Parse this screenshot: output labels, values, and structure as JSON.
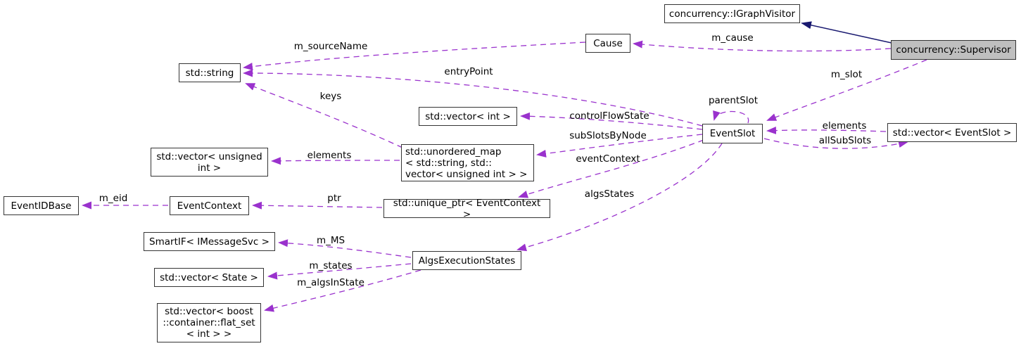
{
  "colors": {
    "edge": "#9a32cd",
    "inheritance": "#191970",
    "node_border": "#353535",
    "node_bg": "#ffffff",
    "highlight_bg": "#bfbfbf",
    "text": "#000000",
    "bg": "#ffffff"
  },
  "nodes": [
    {
      "id": "igraphvisitor",
      "label": "concurrency::IGraphVisitor"
    },
    {
      "id": "supervisor",
      "label": "concurrency::Supervisor",
      "highlighted": true
    },
    {
      "id": "cause",
      "label": "Cause"
    },
    {
      "id": "string",
      "label": "std::string"
    },
    {
      "id": "vector-int",
      "label": "std::vector< int >"
    },
    {
      "id": "eventslot",
      "label": "EventSlot"
    },
    {
      "id": "vector-eventslot",
      "label": "std::vector< EventSlot >"
    },
    {
      "id": "vector-unsigned",
      "label": "std::vector< unsigned\nint >"
    },
    {
      "id": "unordered-map",
      "label": "std::unordered_map\n< std::string, std::\nvector< unsigned int > >"
    },
    {
      "id": "eventidbase",
      "label": "EventIDBase"
    },
    {
      "id": "eventcontext",
      "label": "EventContext"
    },
    {
      "id": "unique-ptr",
      "label": "std::unique_ptr< EventContext >"
    },
    {
      "id": "smartif",
      "label": "SmartIF< IMessageSvc >"
    },
    {
      "id": "algsexecstates",
      "label": "AlgsExecutionStates"
    },
    {
      "id": "vector-state",
      "label": "std::vector< State >"
    },
    {
      "id": "vector-boost",
      "label": "std::vector< boost\n::container::flat_set\n< int > >"
    }
  ],
  "edge_labels": [
    {
      "text": "m_sourceName"
    },
    {
      "text": "m_cause"
    },
    {
      "text": "entryPoint"
    },
    {
      "text": "m_slot"
    },
    {
      "text": "keys"
    },
    {
      "text": "parentSlot"
    },
    {
      "text": "controlFlowState"
    },
    {
      "text": "subSlotsByNode"
    },
    {
      "text": "elements"
    },
    {
      "text": "allSubSlots"
    },
    {
      "text": "eventContext"
    },
    {
      "text": "elements"
    },
    {
      "text": "algsStates"
    },
    {
      "text": "m_eid"
    },
    {
      "text": "ptr"
    },
    {
      "text": "m_MS"
    },
    {
      "text": "m_states"
    },
    {
      "text": "m_algsInState"
    }
  ]
}
